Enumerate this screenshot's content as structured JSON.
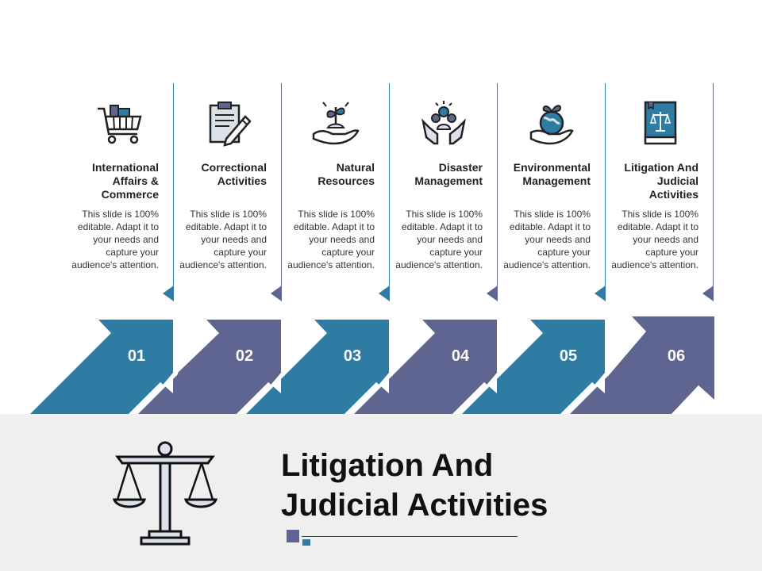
{
  "columns": [
    {
      "number": "01",
      "title": "International Affairs & Commerce",
      "icon": "shopping-cart-icon",
      "description": "This slide is 100% editable. Adapt it to your needs and capture your audience's attention."
    },
    {
      "number": "02",
      "title": "Correctional Activities",
      "icon": "clipboard-pen-icon",
      "description": "This slide is 100% editable. Adapt it to your needs and capture your audience's attention."
    },
    {
      "number": "03",
      "title": "Natural Resources",
      "icon": "hand-plant-icon",
      "description": "This slide is 100% editable. Adapt it to your needs and capture your audience's attention."
    },
    {
      "number": "04",
      "title": "Disaster Management",
      "icon": "hands-people-icon",
      "description": "This slide is 100% editable. Adapt it to your needs and capture your audience's attention."
    },
    {
      "number": "05",
      "title": "Environmental Management",
      "icon": "hand-globe-icon",
      "description": "This slide is 100% editable. Adapt it to your needs and capture your audience's attention."
    },
    {
      "number": "06",
      "title": "Litigation And Judicial Activities",
      "icon": "law-book-icon",
      "description": "This slide is 100% editable. Adapt it to your needs and capture your audience's attention."
    }
  ],
  "main_title_line1": "Litigation And",
  "main_title_line2": "Judicial Activities",
  "colors": {
    "blue": "#2e7ba3",
    "purple": "#5e6591",
    "band": "#efefef"
  }
}
